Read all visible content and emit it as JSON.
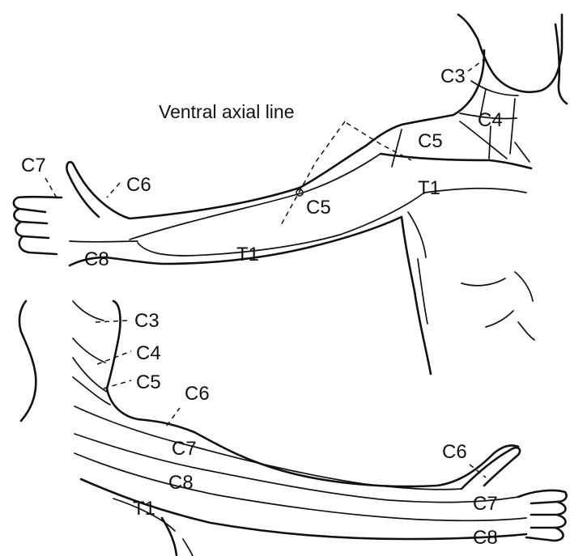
{
  "labels": {
    "ventral_axial_line": "Ventral axial line",
    "top": {
      "c3": "C3",
      "c4": "C4",
      "c5_shoulder": "C5",
      "t1_shoulder": "T1",
      "c7": "C7",
      "c6": "C6",
      "c5_arm": "C5",
      "c8": "C8",
      "t1_arm": "T1"
    },
    "bottom": {
      "c3": "C3",
      "c4": "C4",
      "c5": "C5",
      "c6": "C6",
      "c7": "C7",
      "c8": "C8",
      "t1": "T1",
      "c6_hand": "C6",
      "c7_hand": "C7",
      "c8_hand": "C8"
    }
  }
}
